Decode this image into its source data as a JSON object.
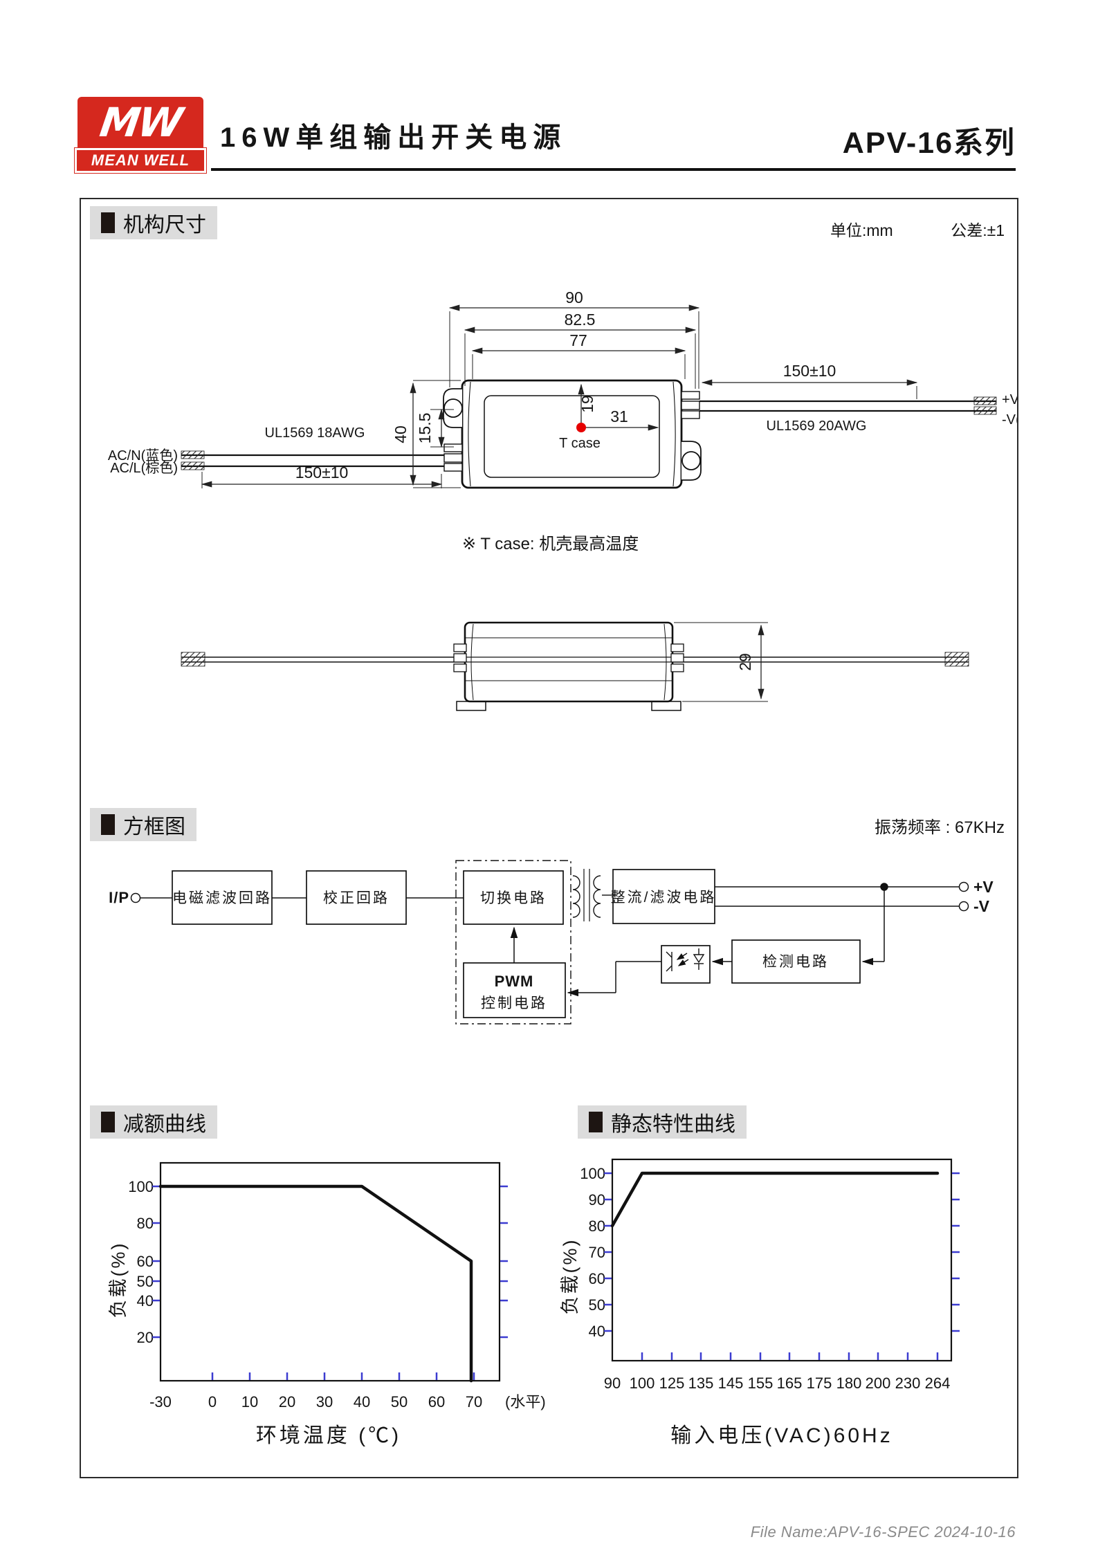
{
  "header": {
    "logo_mw": "MW",
    "logo_brand": "MEAN WELL",
    "title": "16W单组输出开关电源",
    "series": "APV-16系列"
  },
  "colors": {
    "brand_red": "#d5281e",
    "tick_blue": "#3c3cd0",
    "tcase_dot_red": "#e60000",
    "section_label_bg": "#dcdcdc",
    "footer_gray": "#8a8a8a"
  },
  "mech": {
    "section_label": "机构尺寸",
    "unit": "单位:mm",
    "tolerance": "公差:±1",
    "dim_90": "90",
    "dim_825": "82.5",
    "dim_77": "77",
    "dim_40": "40",
    "dim_155": "15.5",
    "dim_19": "19",
    "dim_31": "31",
    "dim_29": "29",
    "wire_len_left": "150±10",
    "wire_len_right": "150±10",
    "label_acn": "AC/N(蓝色)",
    "label_acl": "AC/L(棕色)",
    "wire_spec_left": "UL1569  18AWG",
    "wire_spec_right": "UL1569  20AWG",
    "label_vplus": "+V(红色)",
    "label_vminus": "-V(黑色)",
    "tcase": "T case",
    "tcase_note": "※ T case: 机壳最高温度"
  },
  "block": {
    "section_label": "方框图",
    "freq_note": "振荡频率 : 67KHz",
    "input_label": "I/P",
    "box_emi": "电磁滤波回路",
    "box_pfc": "校正回路",
    "box_switch": "切换电路",
    "box_pwm_line1": "PWM",
    "box_pwm_line2": "控制电路",
    "box_rectifier": "整流/滤波电路",
    "box_detect": "检测电路",
    "out_plus": "+V",
    "out_minus": "-V"
  },
  "derating": {
    "section_label": "减额曲线"
  },
  "static_curve": {
    "section_label": "静态特性曲线"
  },
  "chart_data": [
    {
      "type": "line",
      "title": "减额曲线",
      "xlabel": "环境温度 (℃)",
      "ylabel": "负载(%)",
      "x_suffix": "(水平)",
      "x_ticks": [
        -30,
        0,
        10,
        20,
        30,
        40,
        50,
        60,
        70
      ],
      "y_ticks": [
        100,
        80,
        60,
        50,
        40,
        20
      ],
      "xlim": [
        -30,
        75
      ],
      "ylim": [
        0,
        112
      ],
      "grid": false,
      "legend": null,
      "series": [
        {
          "name": "load_vs_ambient_temp",
          "points": [
            [
              -30,
              100
            ],
            [
              40,
              100
            ],
            [
              70,
              60
            ],
            [
              70,
              0
            ]
          ]
        }
      ]
    },
    {
      "type": "line",
      "title": "静态特性曲线",
      "xlabel": "输入电压(VAC)60Hz",
      "ylabel": "负载(%)",
      "x_ticks": [
        90,
        100,
        125,
        135,
        145,
        155,
        165,
        175,
        180,
        200,
        230,
        264
      ],
      "y_ticks": [
        100,
        90,
        80,
        70,
        60,
        50,
        40
      ],
      "xlim": [
        90,
        275
      ],
      "ylim": [
        28,
        107
      ],
      "grid": false,
      "legend": null,
      "series": [
        {
          "name": "load_vs_input_voltage",
          "points": [
            [
              90,
              80
            ],
            [
              100,
              100
            ],
            [
              264,
              100
            ]
          ]
        }
      ]
    }
  ],
  "footer": {
    "file_info": "File Name:APV-16-SPEC  2024-10-16"
  }
}
